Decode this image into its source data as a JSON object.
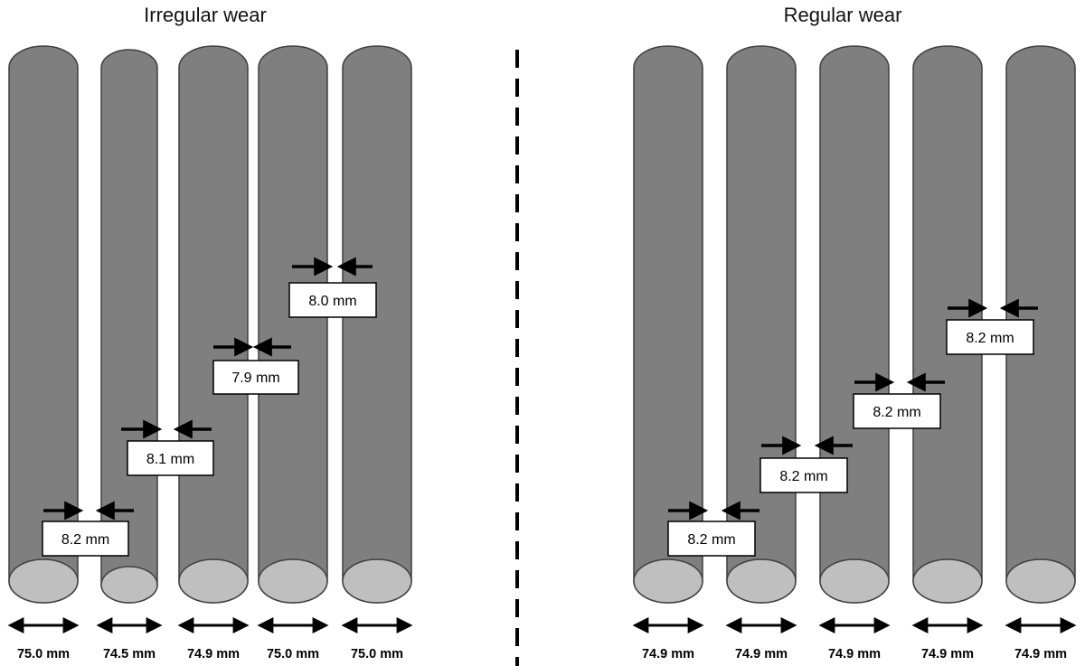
{
  "panels": [
    {
      "title": "Irregular wear",
      "rods": [
        {
          "diameter": "75.0 mm"
        },
        {
          "diameter": "74.5 mm"
        },
        {
          "diameter": "74.9 mm"
        },
        {
          "diameter": "75.0 mm"
        },
        {
          "diameter": "75.0 mm"
        }
      ],
      "gaps": [
        {
          "between": [
            0,
            1
          ],
          "label": "8.2 mm"
        },
        {
          "between": [
            1,
            2
          ],
          "label": "8.1 mm"
        },
        {
          "between": [
            2,
            3
          ],
          "label": "7.9 mm"
        },
        {
          "between": [
            3,
            4
          ],
          "label": "8.0 mm"
        }
      ]
    },
    {
      "title": "Regular wear",
      "rods": [
        {
          "diameter": "74.9 mm"
        },
        {
          "diameter": "74.9 mm"
        },
        {
          "diameter": "74.9 mm"
        },
        {
          "diameter": "74.9 mm"
        },
        {
          "diameter": "74.9 mm"
        }
      ],
      "gaps": [
        {
          "between": [
            0,
            1
          ],
          "label": "8.2 mm"
        },
        {
          "between": [
            1,
            2
          ],
          "label": "8.2 mm"
        },
        {
          "between": [
            2,
            3
          ],
          "label": "8.2 mm"
        },
        {
          "between": [
            3,
            4
          ],
          "label": "8.2 mm"
        }
      ]
    }
  ],
  "colors": {
    "rod_body": "#7f7f7f",
    "rod_outline": "#3f3f3f",
    "rod_end": "#bfbfbf",
    "arrow": "#000000",
    "divider": "#000000"
  }
}
